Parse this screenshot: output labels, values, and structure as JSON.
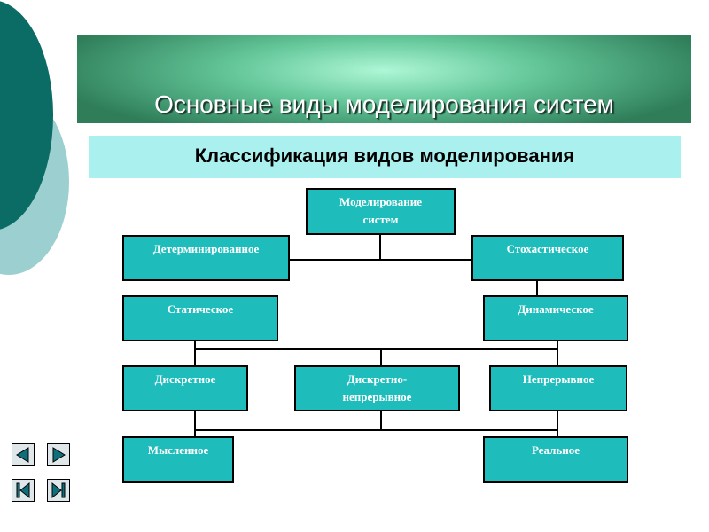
{
  "slide": {
    "title": "Основные виды моделирования систем",
    "subtitle": "Классификация видов моделирования"
  },
  "diagram": {
    "root": "Моделирование систем",
    "deterministic": "Детерминированное",
    "stochastic": "Стохастическое",
    "static": "Статическое",
    "dynamic": "Динамическое",
    "discrete": "Дискретное",
    "discrete_continuous": "Дискретно-непрерывное",
    "continuous": "Непрерывное",
    "mental": "Мысленное",
    "real": "Реальное"
  },
  "colors": {
    "box_fill": "#1fbcbc",
    "title_band": "#64c79a",
    "subtitle_band": "#a9f0ee",
    "deco_circle_dark": "#0b6b65",
    "deco_circle_light": "#9ccfcf"
  },
  "nav": {
    "prev_icon": "triangle-left-icon",
    "next_icon": "triangle-right-icon",
    "first_icon": "skip-first-icon",
    "last_icon": "skip-last-icon"
  }
}
